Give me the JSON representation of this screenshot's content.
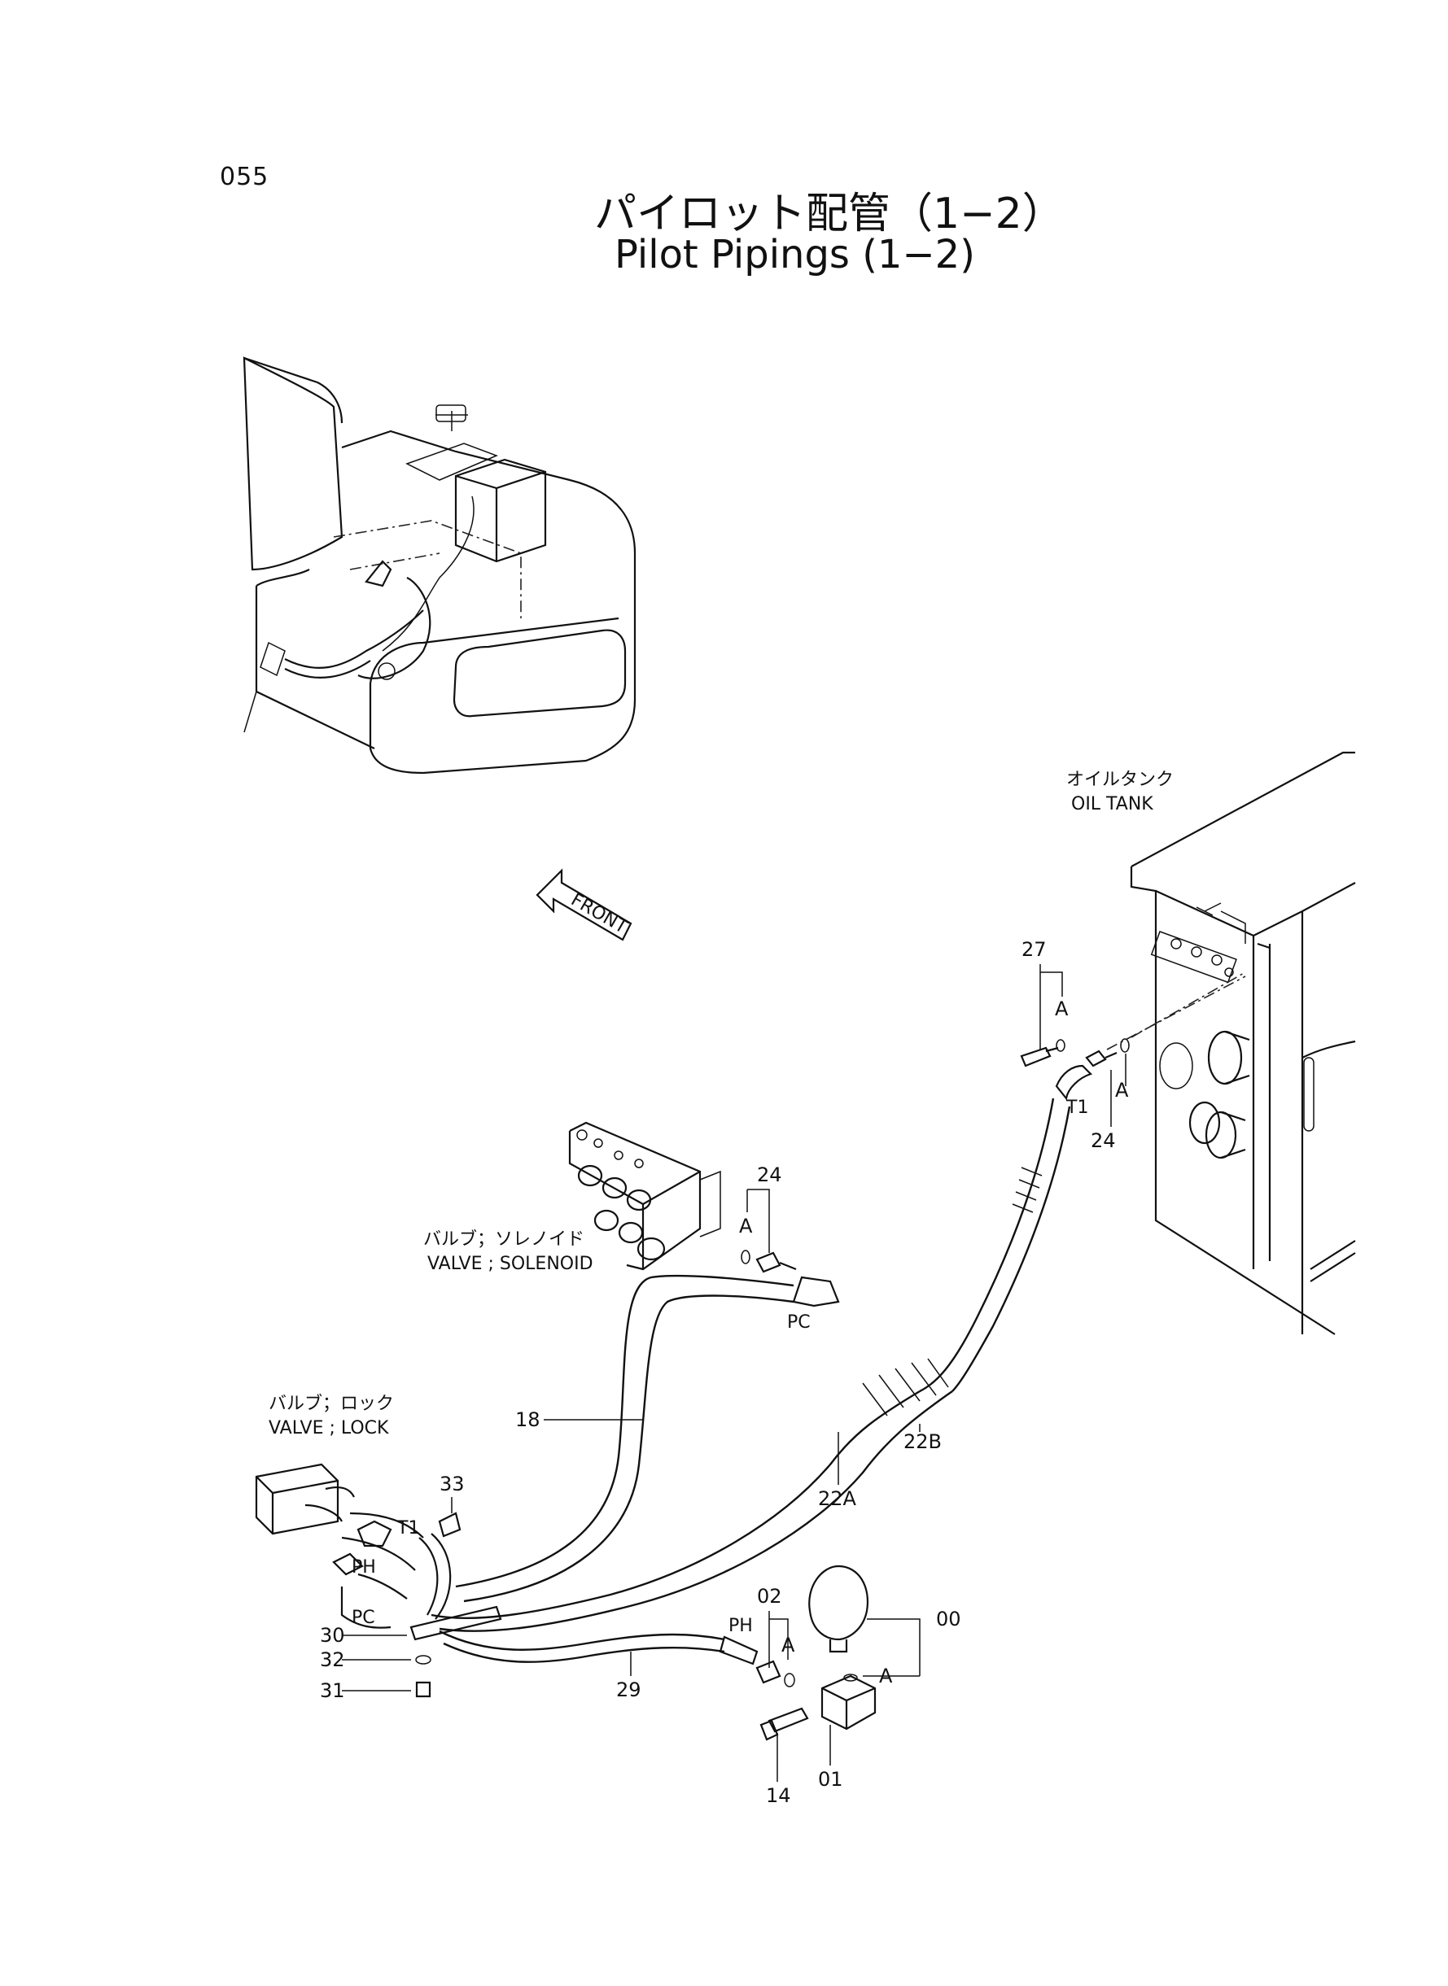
{
  "page_number": "055",
  "title_ja": "パイロット配管（1−2）",
  "title_en": "Pilot Pipings (1−2)",
  "components": {
    "oil_tank": {
      "ja": "オイルタンク",
      "en": "OIL TANK"
    },
    "solenoid_valve": {
      "ja": "バルブ；ソレノイド",
      "en": "VALVE ; SOLENOID"
    },
    "lock_valve": {
      "ja": "バルブ；ロック",
      "en": "VALVE ; LOCK"
    },
    "front_arrow": "FRONT"
  },
  "part_numbers": {
    "p27": "27",
    "p24a": "24",
    "p24b": "24",
    "p18": "18",
    "p22a": "22A",
    "p22b": "22B",
    "p33": "33",
    "p30": "30",
    "p32": "32",
    "p31": "31",
    "p29": "29",
    "p02": "02",
    "p00": "00",
    "p01": "01",
    "p14": "14"
  },
  "port_labels": {
    "t1_tank": "T1",
    "pc_solenoid": "PC",
    "t1_lock": "T1",
    "ph_lock": "PH",
    "pc_lock": "PC",
    "ph_hose": "PH"
  },
  "set_marks": {
    "a1": "A",
    "a2": "A",
    "a3": "A",
    "a4": "A",
    "a5": "A"
  }
}
